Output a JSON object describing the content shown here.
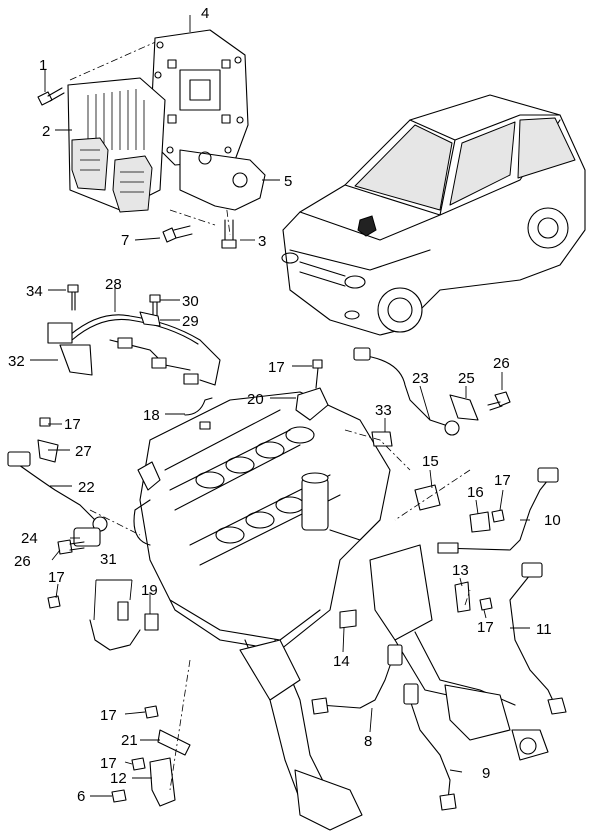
{
  "parts": {
    "p1": "1",
    "p2": "2",
    "p3": "3",
    "p4": "4",
    "p5": "5",
    "p6": "6",
    "p7": "7",
    "p8": "8",
    "p9": "9",
    "p10": "10",
    "p11": "11",
    "p12": "12",
    "p13": "13",
    "p14": "14",
    "p15": "15",
    "p16": "16",
    "p17": "17",
    "p18": "18",
    "p19": "19",
    "p20": "20",
    "p21": "21",
    "p22": "22",
    "p23": "23",
    "p24": "24",
    "p25": "25",
    "p26": "26",
    "p27": "27",
    "p28": "28",
    "p29": "29",
    "p30": "30",
    "p31": "31",
    "p32": "32",
    "p33": "33",
    "p34": "34"
  },
  "colors": {
    "ink": "#000000",
    "background": "#ffffff"
  }
}
